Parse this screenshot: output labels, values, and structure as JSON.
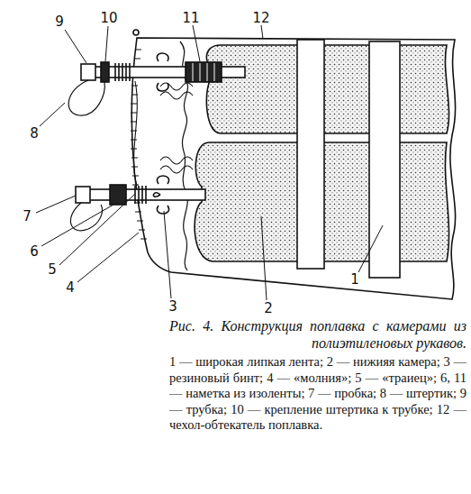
{
  "diagram": {
    "caption": "Рис. 4. Конструкция поплавка с камерами из полиэтиленовых рукавов.",
    "labels": [
      "12",
      "11",
      "10",
      "9",
      "8",
      "7",
      "6",
      "5",
      "4",
      "3",
      "2",
      "1",
      "1 — широкая липкая лента; 2 — нижияя камера; 3 — резиновый бинт; 4 — «молния»; 5 — «траиец»; 6, 11 — наметка из изоленты; 7 — пробка; 8 — штертик; 9 — трубка; 10 — крепление штертика к трубке; 12 — чехол-обтекатель поплавка."
    ]
  }
}
